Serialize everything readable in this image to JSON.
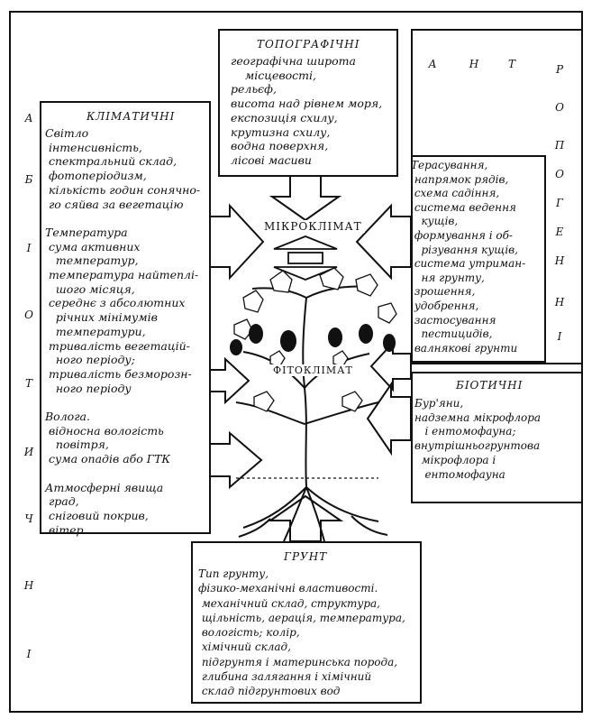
{
  "topographic": {
    "title": "ТОПОГРАФІЧНІ",
    "text": "географічна широта\n    місцевості,\nрельєф,\nвисота над рівнем моря,\nекспозиція схилу,\nкрутизна схилу,\nводна поверхня,\nлісові масиви"
  },
  "climatic": {
    "title": "КЛІМАТИЧНІ",
    "text": "Світло\n інтенсивність,\n спектральний склад,\n фотоперіодизм,\n кількість годин сонячно-\n го сяйва за вегетацію\n\nТемпература\n сума активних\n   температур,\n температура найтеплі-\n   шого місяця,\n середнє з абсолютних\n   річних мінімумів\n   температури,\n тривалість вегетацій-\n   ного періоду;\n тривалість безморозн-\n   ного періоду\n\nВолога.\n відносна вологість\n   повітря,\n сума опадів або ГТК\n\nАтмосферні явища\n град,\n сніговий покрив,\n вітер"
  },
  "anthropogenic": {
    "letters_top": [
      "А",
      "Н",
      "Т"
    ],
    "letters_side": [
      "Р",
      "О",
      "П",
      "О",
      "Г",
      "Е",
      "Н",
      "Н",
      "І"
    ],
    "text": "Терасування,\n напрямок рядів,\n схема садіння,\n система ведення\n   кущів,\n формування і об-\n   різування кущів,\n система утриман-\n   ня грунту,\n зрошення,\n удобрення,\n застосування\n   пестицидів,\n валнякові грунти"
  },
  "biotic": {
    "title": "БІОТИЧНІ",
    "text": "Бур'яни,\nнадземна мікрофлора\n   і ентомофауна;\nвнутрішньогрунтова\n  мікрофлора і\n   ентомофауна"
  },
  "soil": {
    "title": "ГРУНТ",
    "text": "Тип грунту,\nфізико-механічні властивості.\n механічний склад, структура,\n щільність, аерація, температура,\n вологість; колір,\n хімічний склад,\n підгрунтя і материнська порода,\n глибина залягання і хімічний\n склад підгрунтових вод"
  },
  "abiotic_letters": [
    "А",
    "Б",
    "І",
    "О",
    "Т",
    "И",
    "Ч",
    "Н",
    "І"
  ],
  "microclimate_label": "МІКРОКЛІМАТ",
  "phytoclimate_label": "ФІТОКЛІМАТ"
}
